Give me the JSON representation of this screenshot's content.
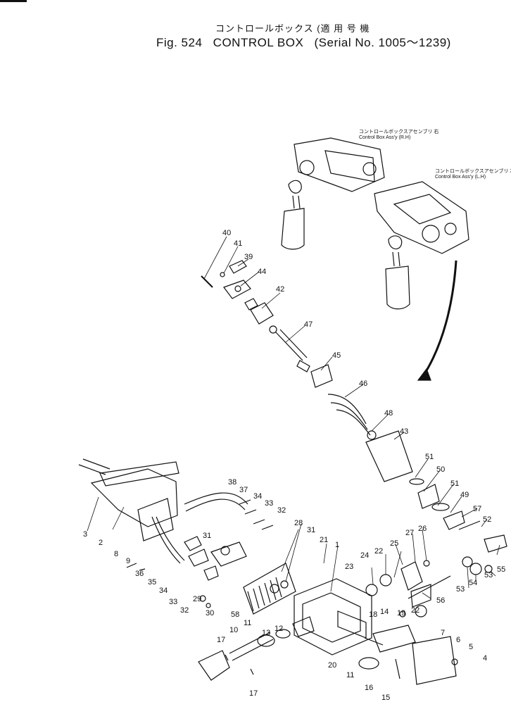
{
  "header": {
    "title_jp": "コントロールボックス (適 用 号 機",
    "fig_label": "Fig. 524",
    "title_en": "CONTROL BOX",
    "serial": "(Serial No. 1005～1239)"
  },
  "assemblies": [
    {
      "jp": "コントロールボックスアセンブリ 右",
      "en": "Control Box Ass'y (R.H)"
    },
    {
      "jp": "コントロールボックスアセンブリ 左",
      "en": "Control Box Ass'y (L.H)"
    }
  ],
  "callouts": [
    "40",
    "41",
    "39",
    "44",
    "42",
    "47",
    "45",
    "46",
    "48",
    "43",
    "51",
    "50",
    "51",
    "49",
    "57",
    "52",
    "55",
    "53",
    "54",
    "53",
    "56",
    "27",
    "26",
    "25",
    "24",
    "22",
    "23",
    "21",
    "31",
    "28",
    "1",
    "38",
    "37",
    "34",
    "33",
    "32",
    "31",
    "3",
    "2",
    "8",
    "9",
    "36",
    "35",
    "34",
    "33",
    "32",
    "29",
    "30",
    "58",
    "19",
    "22",
    "18",
    "14",
    "13",
    "12",
    "11",
    "10",
    "17",
    "17",
    "20",
    "11",
    "16",
    "15",
    "7",
    "6",
    "5",
    "4"
  ]
}
